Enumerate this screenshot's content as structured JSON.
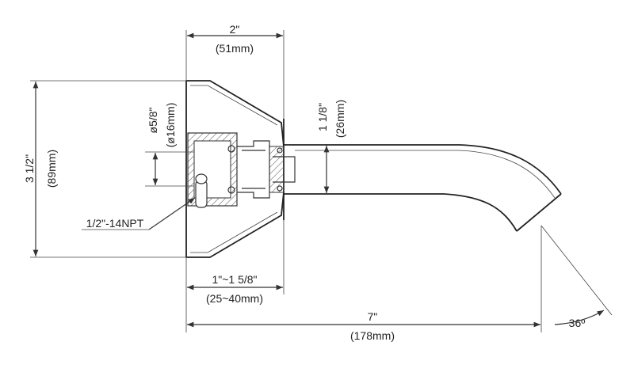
{
  "dimensions": {
    "top_width": {
      "imperial": "2\"",
      "metric": "(51mm)"
    },
    "left_height": {
      "imperial": "3 1/2\"",
      "metric": "(89mm)"
    },
    "bore_diameter": {
      "imperial": "ø5/8\"",
      "metric": "(ø16mm)"
    },
    "spout_height": {
      "imperial": "1 1/8\"",
      "metric": "(26mm)"
    },
    "thread": {
      "label": "1/2\"-14NPT"
    },
    "wall_range": {
      "imperial": "1\"~1 5/8\"",
      "metric": "(25~40mm)"
    },
    "overall_length": {
      "imperial": "7\"",
      "metric": "(178mm)"
    },
    "outlet_angle": {
      "label": "36º"
    }
  },
  "colors": {
    "line": "#333333",
    "hatch": "#555555",
    "text": "#222222"
  }
}
